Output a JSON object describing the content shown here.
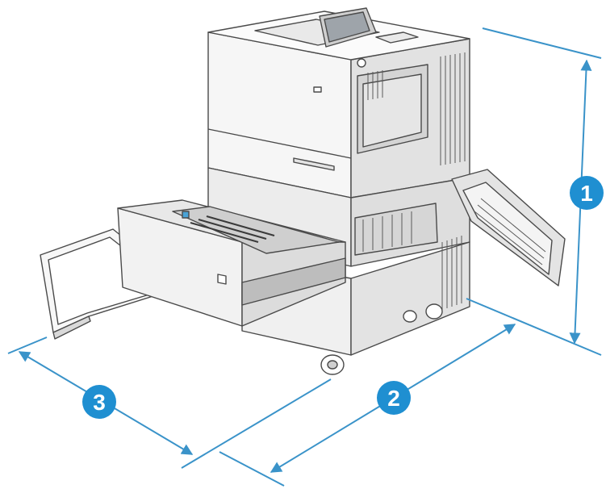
{
  "diagram": {
    "colors": {
      "dimension": "#3a93c9",
      "badge": "#1f8fd1",
      "outline": "#4a4a4a",
      "body": "#f4f4f4",
      "shade": "#d9d9d9"
    },
    "callouts": [
      {
        "label": "1",
        "meaning": "height"
      },
      {
        "label": "2",
        "meaning": "width"
      },
      {
        "label": "3",
        "meaning": "depth"
      }
    ]
  }
}
